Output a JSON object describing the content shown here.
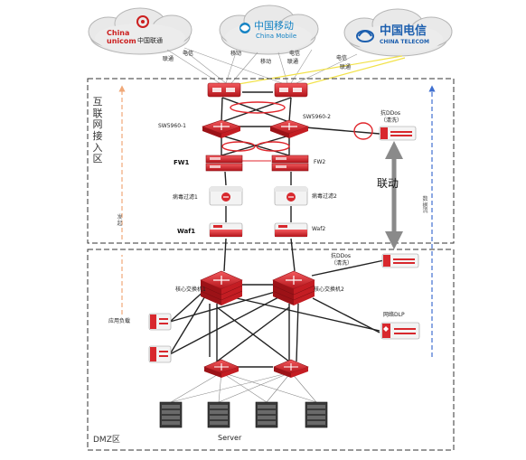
{
  "isps": {
    "unicom": {
      "name_en_top": "China",
      "name_en_bottom": "unicom",
      "name_cn": "中国联通",
      "color": "#cc1f1f"
    },
    "mobile": {
      "name_cn": "中国移动",
      "name_en": "China Mobile",
      "color": "#1583c4"
    },
    "telecom": {
      "name_cn": "中国电信",
      "name_en": "CHINA TELECOM",
      "color": "#1d5fae"
    }
  },
  "link_labels": [
    "联通",
    "电信",
    "移动",
    "移动",
    "电信",
    "联通",
    "电信",
    "联通"
  ],
  "zones": {
    "internet": {
      "title": "互联网接入区",
      "arrow_left_label": "发起",
      "arrow_right_label": "数据流"
    },
    "dmz": {
      "title": "DMZ区"
    }
  },
  "devices": {
    "sw_left": "SW5960-1",
    "sw_right": "SW5960-2",
    "anti_ddos_top": "抗DDos",
    "anti_ddos_top_sub": "（清洗）",
    "fw_left": "FW1",
    "fw_right": "FW2",
    "virus_left": "病毒过滤1",
    "virus_right": "病毒过滤2",
    "waf_left": "Waf1",
    "waf_right": "Waf2",
    "anti_ddos_mid": "抗DDos",
    "anti_ddos_mid_sub": "（清洗）",
    "core_left": "核心交换机1",
    "core_right": "核心交换机2",
    "lb": "应用负载",
    "dlp": "网络DLP",
    "server": "Server"
  },
  "linkage_label": "联动",
  "colors": {
    "device_red": "#d8282d",
    "zone_border": "#333333",
    "arrow_orange": "#f0a878",
    "arrow_blue": "#3f6fd0",
    "ring_red": "#e0262c",
    "link_yellow": "#f2e24a",
    "linkage_gray": "#8a8a8a"
  }
}
